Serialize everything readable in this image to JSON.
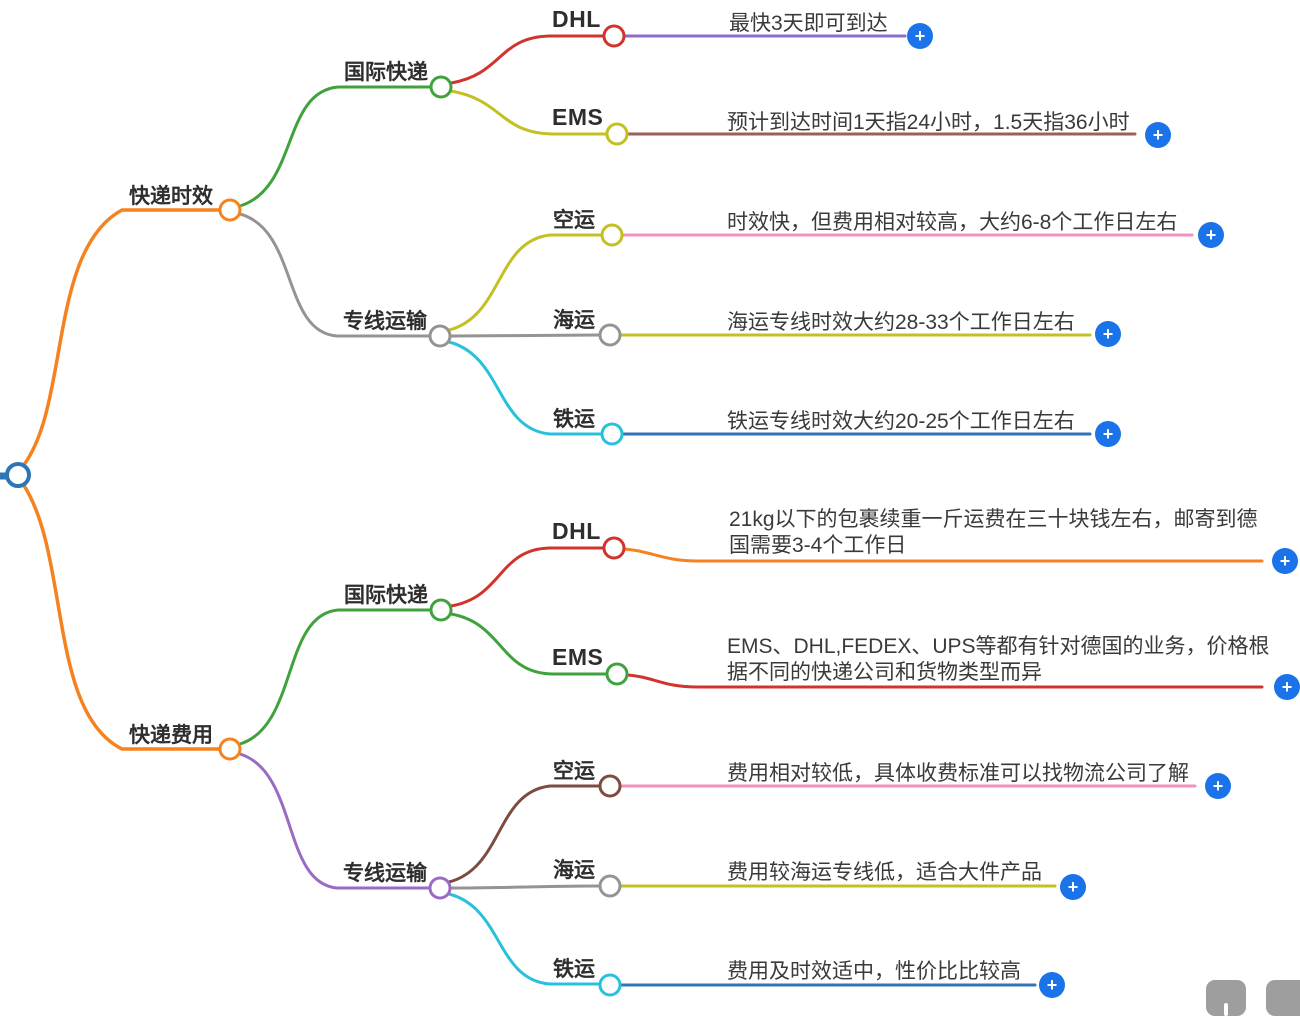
{
  "icons": {
    "plus": "+"
  },
  "colors": {
    "orange": "#F5821E",
    "green": "#3FA23C",
    "red": "#D0342C",
    "olive": "#C2C022",
    "purple": "#8B6CC9",
    "violet": "#9B6BC4",
    "brown": "#99605C",
    "dark_brown": "#7D4B3F",
    "pink": "#F191BE",
    "gray": "#949494",
    "cyan": "#28C1DC",
    "steel_blue": "#2F75B5",
    "root_blue": "#2E75B6",
    "add_button": "#1A73E8",
    "toolbar_gray": "#9E9E9E",
    "node_fill": "#FFFFFF"
  },
  "mindmap": {
    "time": {
      "label": "快递时效",
      "groups": [
        {
          "label": "国际快递",
          "children": [
            {
              "label": "DHL",
              "desc": "最快3天即可到达"
            },
            {
              "label": "EMS",
              "desc": "预计到达时间1天指24小时，1.5天指36小时"
            }
          ]
        },
        {
          "label": "专线运输",
          "children": [
            {
              "label": "空运",
              "desc": "时效快，但费用相对较高，大约6-8个工作日左右"
            },
            {
              "label": "海运",
              "desc": "海运专线时效大约28-33个工作日左右"
            },
            {
              "label": "铁运",
              "desc": "铁运专线时效大约20-25个工作日左右"
            }
          ]
        }
      ]
    },
    "cost": {
      "label": "快递费用",
      "groups": [
        {
          "label": "国际快递",
          "children": [
            {
              "label": "DHL",
              "desc": "21kg以下的包裹续重一斤运费在三十块钱左右，邮寄到德国需要3-4个工作日"
            },
            {
              "label": "EMS",
              "desc": "EMS、DHL,FEDEX、UPS等都有针对德国的业务，价格根据不同的快递公司和货物类型而异"
            }
          ]
        },
        {
          "label": "专线运输",
          "children": [
            {
              "label": "空运",
              "desc": "费用相对较低，具体收费标准可以找物流公司了解"
            },
            {
              "label": "海运",
              "desc": "费用较海运专线低，适合大件产品"
            },
            {
              "label": "铁运",
              "desc": "费用及时效适中，性价比比较高"
            }
          ]
        }
      ]
    }
  }
}
